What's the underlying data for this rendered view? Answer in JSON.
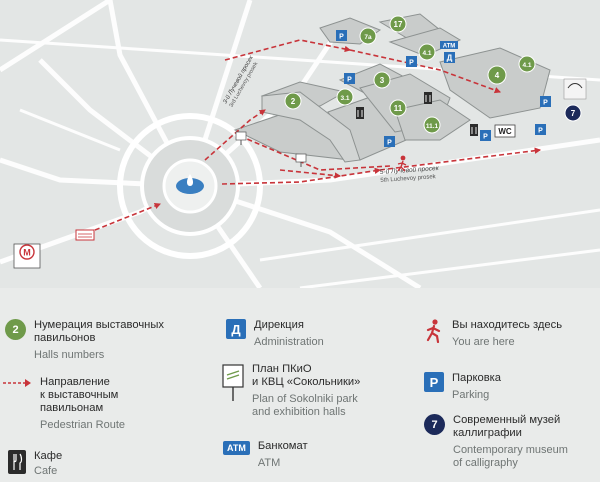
{
  "map": {
    "pavilions": [
      {
        "label": "2"
      },
      {
        "label": "3"
      },
      {
        "label": "3.1"
      },
      {
        "label": "4"
      },
      {
        "label": "4.1"
      },
      {
        "label": "4.1"
      },
      {
        "label": "7a"
      },
      {
        "label": "11"
      },
      {
        "label": "11.1"
      },
      {
        "label": "17"
      }
    ],
    "museum_label": "7",
    "wc_label": "WC",
    "atm_label": "ATM",
    "directorate_label": "Д",
    "parking_label": "P",
    "metro_label": "M",
    "street_3": {
      "ru": "3-й Лучевой просек",
      "en": "3rd Luchevoy prosek"
    },
    "street_5": {
      "ru": "5-й Лучевой просек",
      "en": "5th Luchevoy prosek"
    }
  },
  "legend": {
    "items": [
      {
        "key": "halls",
        "icon_text": "2",
        "ru": "Нумерация выставочных\nпавильонов",
        "en": "Halls numbers"
      },
      {
        "key": "route",
        "ru": "Направление\nк выставочным\nпавильонам",
        "en": "Pedestrian Route"
      },
      {
        "key": "cafe",
        "icon": "cafe-icon",
        "ru": "Кафе",
        "en": "Cafe"
      },
      {
        "key": "admin",
        "icon_text": "Д",
        "ru": "Дирекция",
        "en": "Administration"
      },
      {
        "key": "plan",
        "icon": "plan-sign-icon",
        "ru": "План ПКиО\nи КВЦ «Сокольники»",
        "en": "Plan of Sokolniki park\nand exhibition halls"
      },
      {
        "key": "atm",
        "icon_text": "ATM",
        "ru": "Банкомат",
        "en": "ATM"
      },
      {
        "key": "here",
        "icon": "walking-person-icon",
        "ru": "Вы находитесь здесь",
        "en": "You are here"
      },
      {
        "key": "parking",
        "icon_text": "P",
        "ru": "Парковка",
        "en": "Parking"
      },
      {
        "key": "museum",
        "icon_text": "7",
        "ru": "Современный музей\nкаллиграфии",
        "en": "Contemporary museum\nof calligraphy"
      }
    ]
  },
  "colors": {
    "pavilion_green": "#6f9a4a",
    "route_red": "#c8343a",
    "info_blue": "#2a6fb8",
    "museum_navy": "#1c2a5a"
  }
}
